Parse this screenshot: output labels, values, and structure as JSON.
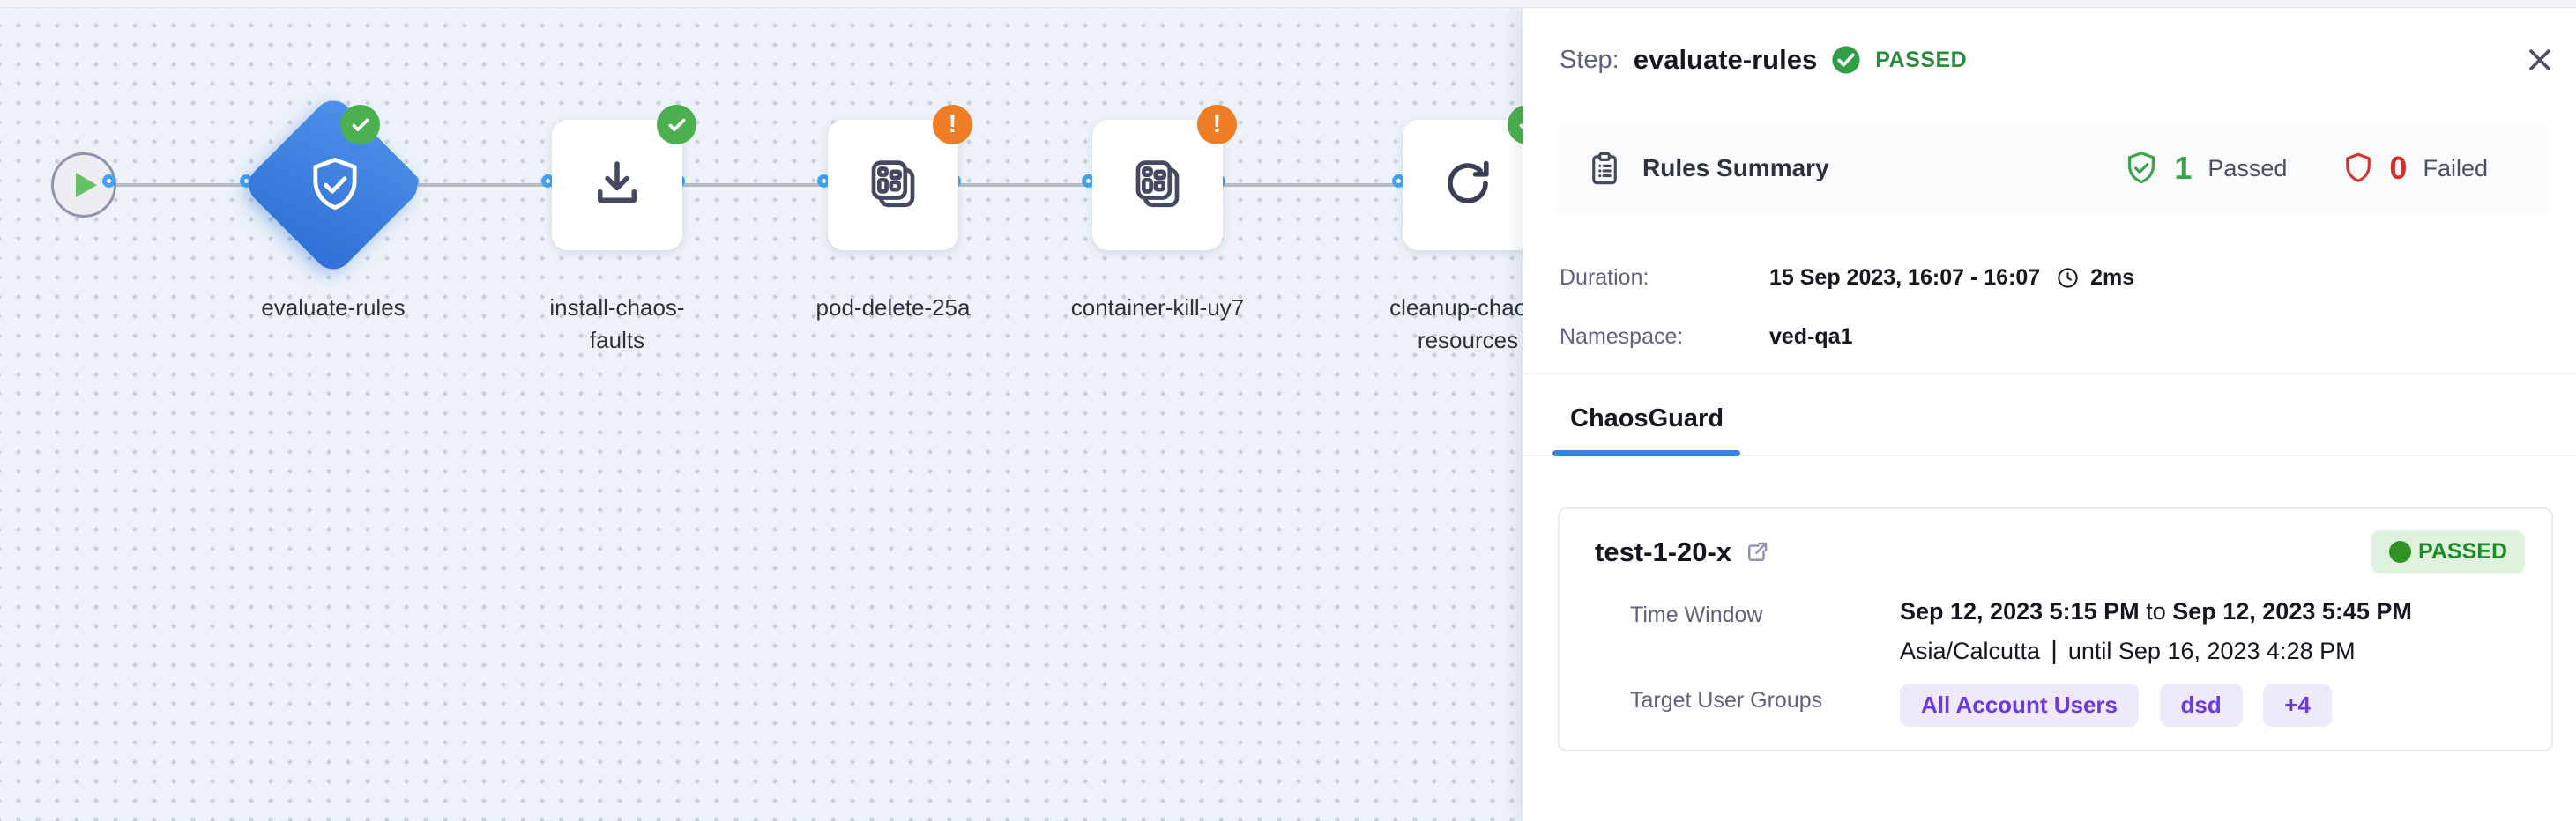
{
  "canvas": {
    "nodes": [
      {
        "id": "start"
      },
      {
        "label": "evaluate-rules",
        "status": "passed"
      },
      {
        "label": "install-chaos-faults",
        "status": "passed"
      },
      {
        "label": "pod-delete-25a",
        "status": "warning"
      },
      {
        "label": "container-kill-uy7",
        "status": "warning"
      },
      {
        "label": "cleanup-chaos-resources",
        "status": "passed"
      }
    ],
    "warning_mark": "!"
  },
  "panel": {
    "header": {
      "step_label": "Step:",
      "step_name": "evaluate-rules",
      "status": "PASSED"
    },
    "rules_summary": {
      "title": "Rules Summary",
      "passed_count": "1",
      "passed_label": "Passed",
      "failed_count": "0",
      "failed_label": "Failed"
    },
    "details": {
      "duration_label": "Duration:",
      "duration_value": "15 Sep 2023, 16:07 - 16:07",
      "duration_time": "2ms",
      "namespace_label": "Namespace:",
      "namespace_value": "ved-qa1"
    },
    "tabs": [
      {
        "label": "ChaosGuard"
      }
    ],
    "guard_card": {
      "name": "test-1-20-x",
      "status": "PASSED",
      "time_window_label": "Time Window",
      "time_start": "Sep 12, 2023 5:15 PM",
      "time_join": "to",
      "time_end": "Sep 12, 2023 5:45 PM",
      "timezone": "Asia/Calcutta",
      "separator": "|",
      "until": "until Sep 16, 2023 4:28 PM",
      "target_label": "Target User Groups",
      "groups": [
        "All Account Users",
        "dsd",
        "+4"
      ]
    }
  },
  "colors": {
    "accent_blue": "#3584e4",
    "node_blue": "#3c7fe0",
    "success_green": "#4caf50",
    "warning_orange": "#ee7d26",
    "failed_red": "#d03232",
    "chip_purple": "#6b3ae0"
  }
}
